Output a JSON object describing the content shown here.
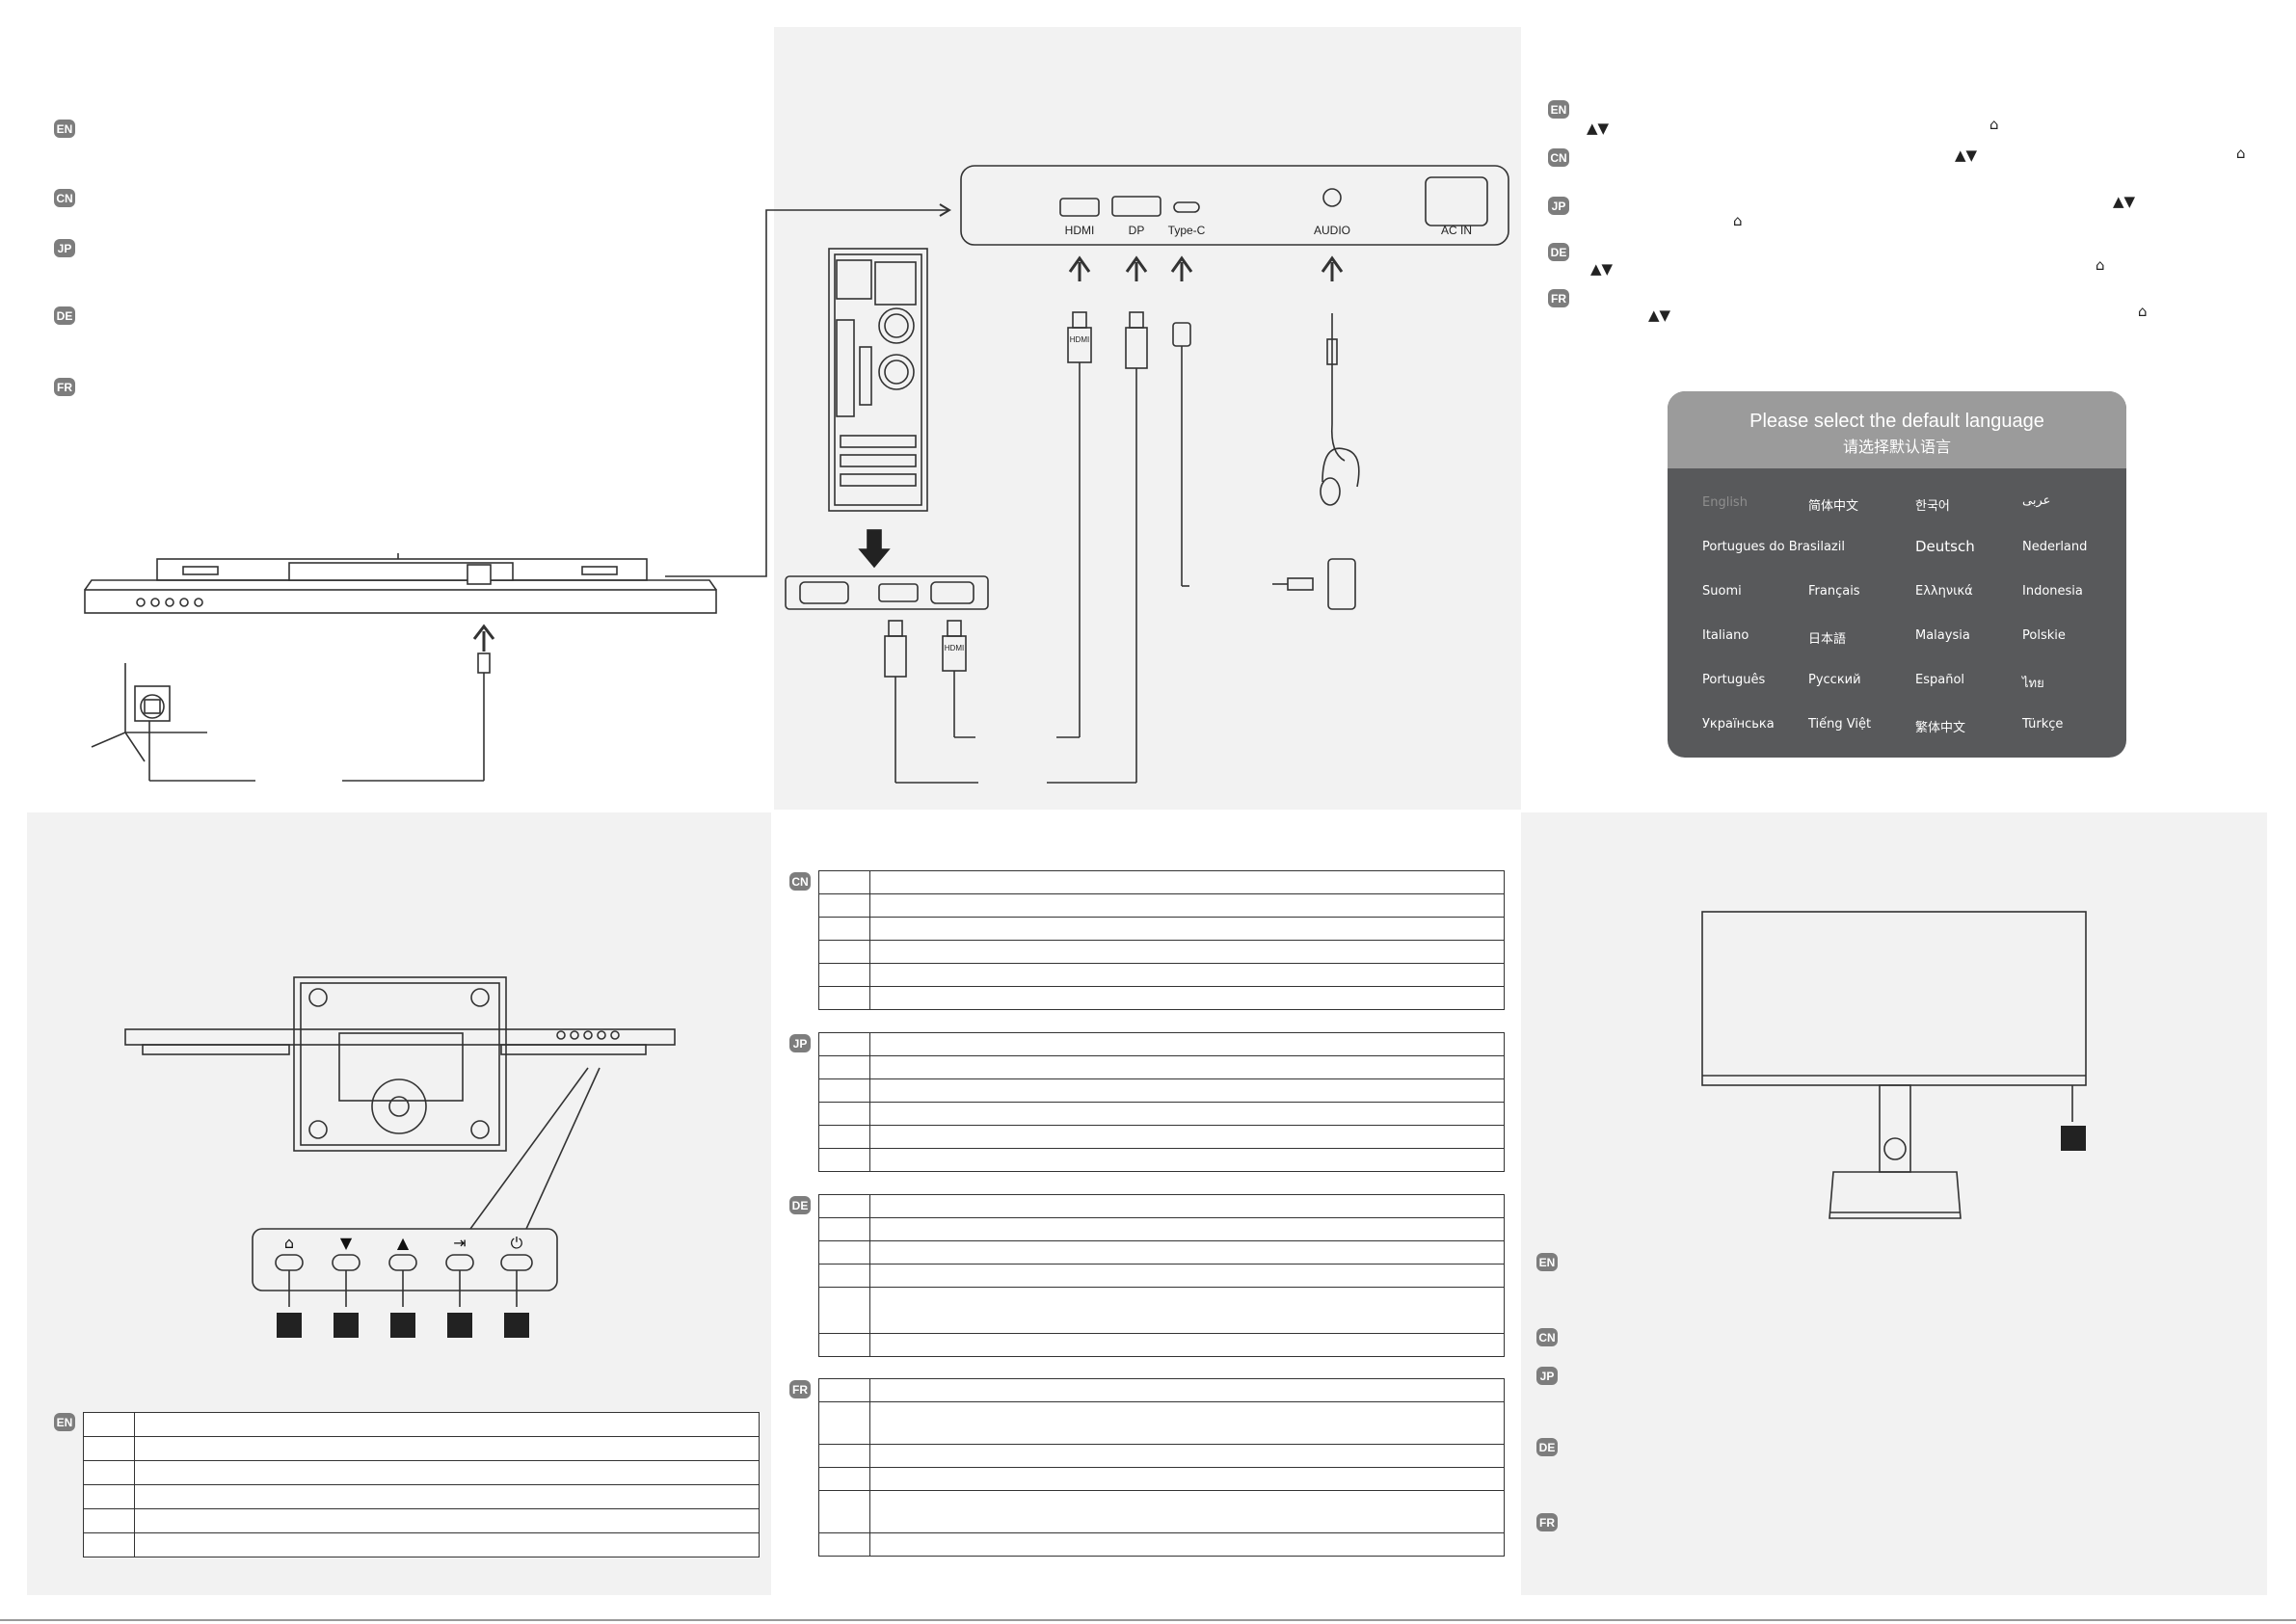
{
  "language_badges": {
    "en": "EN",
    "cn": "CN",
    "jp": "JP",
    "de": "DE",
    "fr": "FR"
  },
  "ports": {
    "hdmi": "HDMI",
    "dp": "DP",
    "typec": "Type-C",
    "audio": "AUDIO",
    "acin": "AC IN"
  },
  "connector_labels": {
    "hdmi_plug": "HDMI",
    "hdmi_plug_2": "HDMI"
  },
  "osd_symbols": {
    "up_down": "▲▼",
    "home": "⌂"
  },
  "language_selector": {
    "title": "Please select the default language",
    "subtitle": "请选择默认语言",
    "languages": [
      [
        "English",
        "简体中文",
        "한국어",
        "عربى"
      ],
      [
        "Portugues do Brasilazil",
        "",
        "Deutsch",
        "Nederland"
      ],
      [
        "Suomi",
        "Français",
        "Ελληνικά",
        "Indonesia"
      ],
      [
        "Italiano",
        "日本語",
        "Malaysia",
        "Polskie"
      ],
      [
        "Português",
        "Русский",
        "Español",
        "ไทย"
      ],
      [
        "Українська",
        "Tiếng Việt",
        "繁体中文",
        "Türkçe"
      ]
    ]
  },
  "control_buttons": {
    "icons": [
      "⌂",
      "▼",
      "▲",
      "⇥",
      "⏻"
    ]
  },
  "colors": {
    "panel_bg": "#f2f2f2",
    "badge_bg": "#7d7d7d",
    "language_box": "#58595b",
    "language_header": "#9b9b9b"
  }
}
